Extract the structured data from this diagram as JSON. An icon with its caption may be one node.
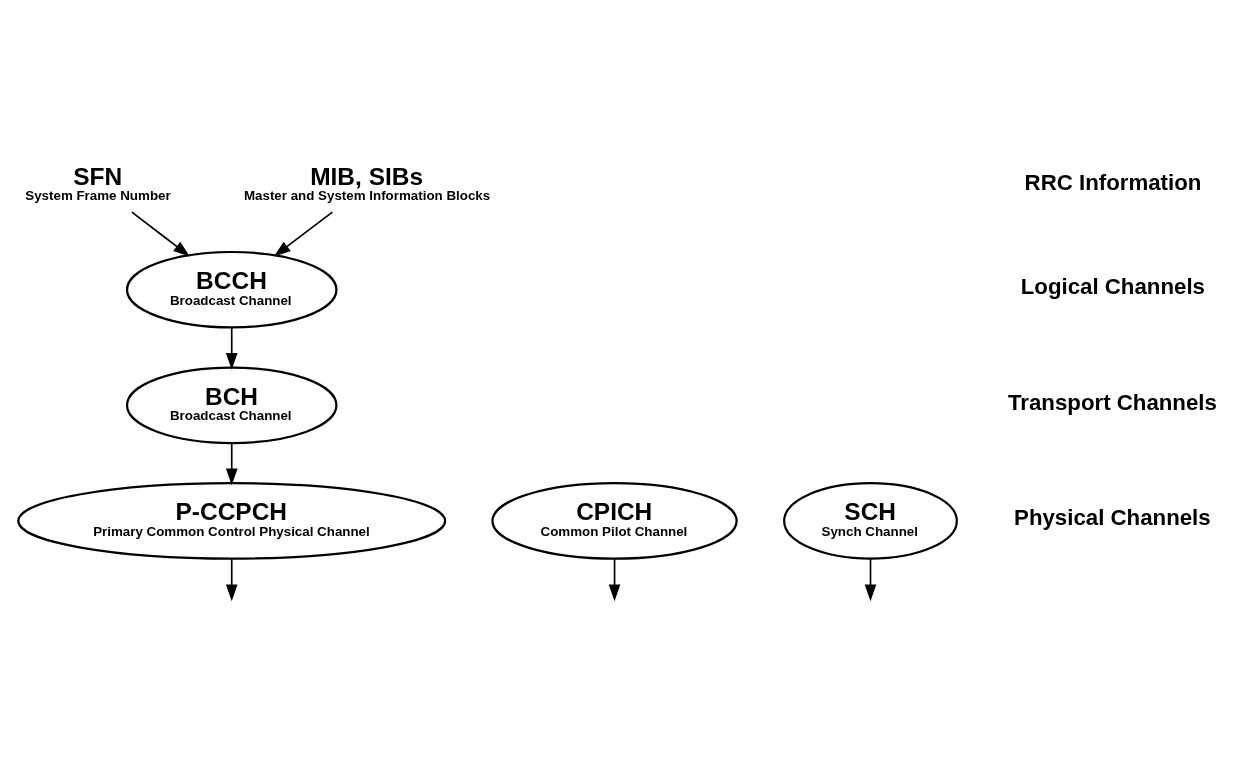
{
  "diagram": {
    "nodes": [
      {
        "text": [
          "SFN",
          "System Frame Number"
        ]
      },
      {
        "text": [
          "MIB, SIBs",
          "Master and System Information Blocks"
        ]
      },
      {
        "text": [
          "BCCH",
          "Broadcast Channel"
        ]
      },
      {
        "text": [
          "BCH",
          "Broadcast Channel"
        ]
      },
      {
        "text": [
          "CPICH",
          "Common Pilot Channel"
        ]
      },
      {
        "text": [
          "SCH",
          "Synch Channel"
        ]
      },
      {
        "text": [
          "P-CCPCH",
          "Primary Common Control Physical Channel"
        ]
      }
    ],
    "edges": [
      {
        "from": 0,
        "to": 2,
        "arrow": "to"
      },
      {
        "from": 1,
        "to": 2,
        "arrow": "to"
      },
      {
        "from": 2,
        "to": 3,
        "arrow": "to"
      },
      {
        "from": 3,
        "to": 6,
        "arrow": "to"
      },
      {
        "from": 4,
        "to": null,
        "arrow": "to"
      },
      {
        "from": 5,
        "to": null,
        "arrow": "to"
      },
      {
        "from": 6,
        "to": null,
        "arrow": "to"
      }
    ],
    "labels": [
      "RRC Information",
      "Logical Channels",
      "Transport Channels",
      "Physical Channels"
    ]
  }
}
